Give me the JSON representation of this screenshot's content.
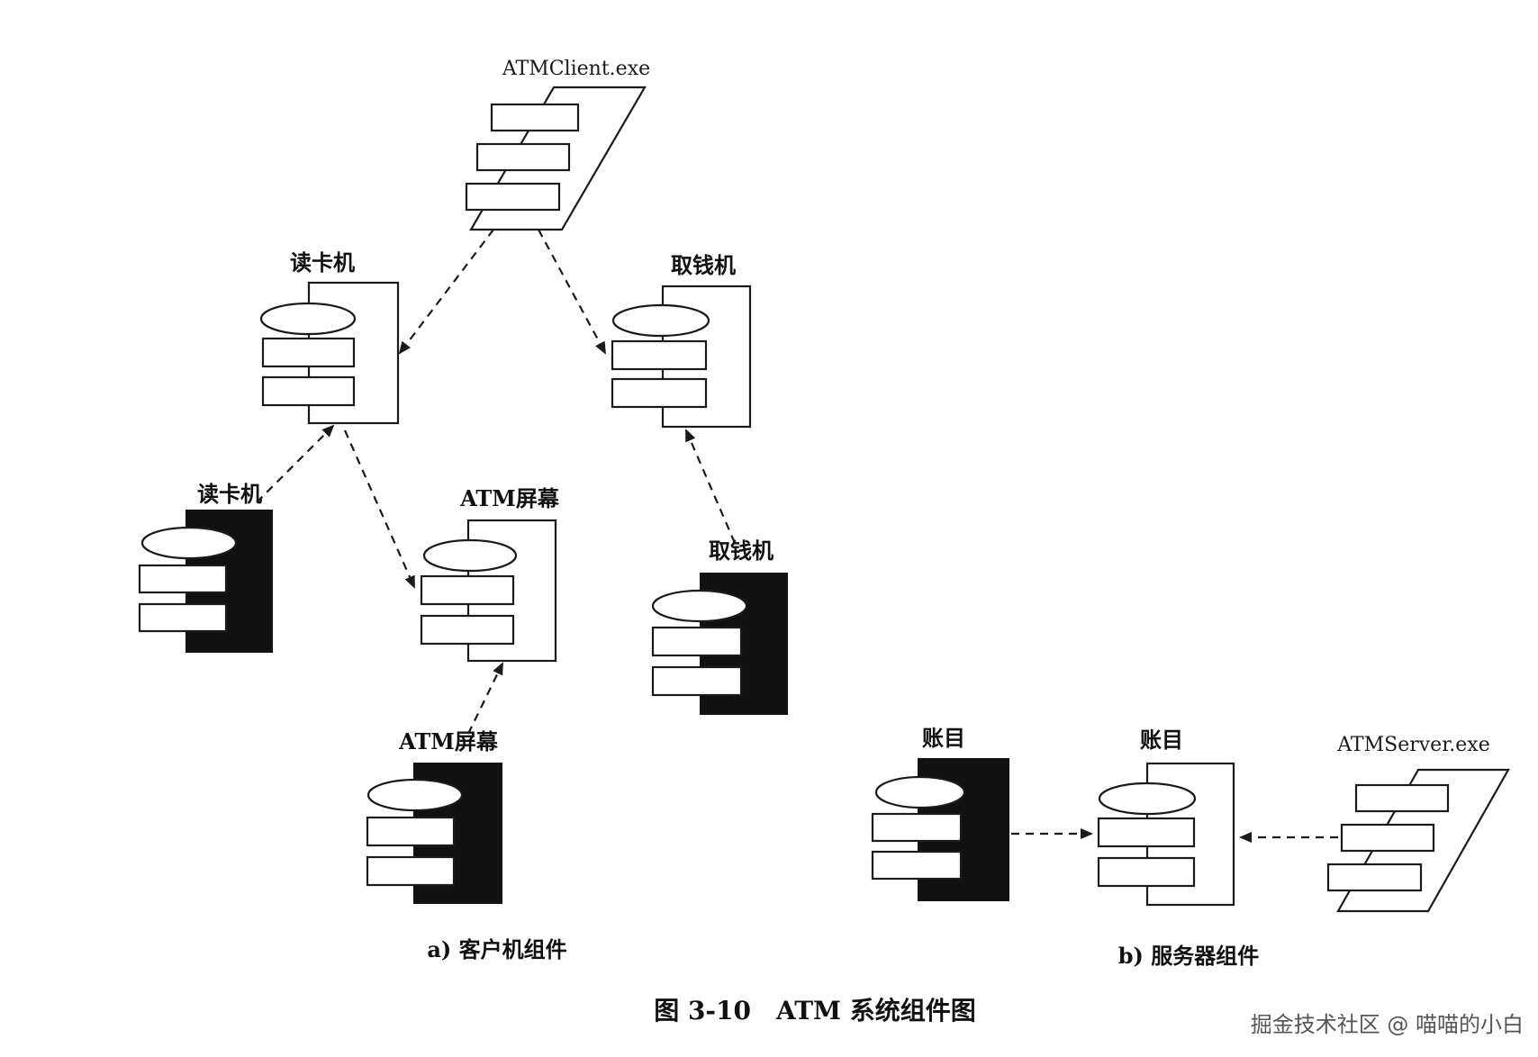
{
  "components": {
    "atm_client_exe": "ATMClient.exe",
    "card_reader_spec": "读卡机",
    "cash_dispenser_spec": "取钱机",
    "card_reader_body": "读卡机",
    "atm_screen_spec": "ATM屏幕",
    "cash_dispenser_body": "取钱机",
    "atm_screen_body": "ATM屏幕",
    "account_body": "账目",
    "account_spec": "账目",
    "atm_server_exe": "ATMServer.exe"
  },
  "captions": {
    "client": "a) 客户机组件",
    "server": "b) 服务器组件",
    "figure": "图 3-10　ATM 系统组件图"
  },
  "watermark": "掘金技术社区 @ 喵喵的小白",
  "colors": {
    "line": "#1a1a1a",
    "fill_dark": "#111111",
    "background": "#ffffff"
  }
}
